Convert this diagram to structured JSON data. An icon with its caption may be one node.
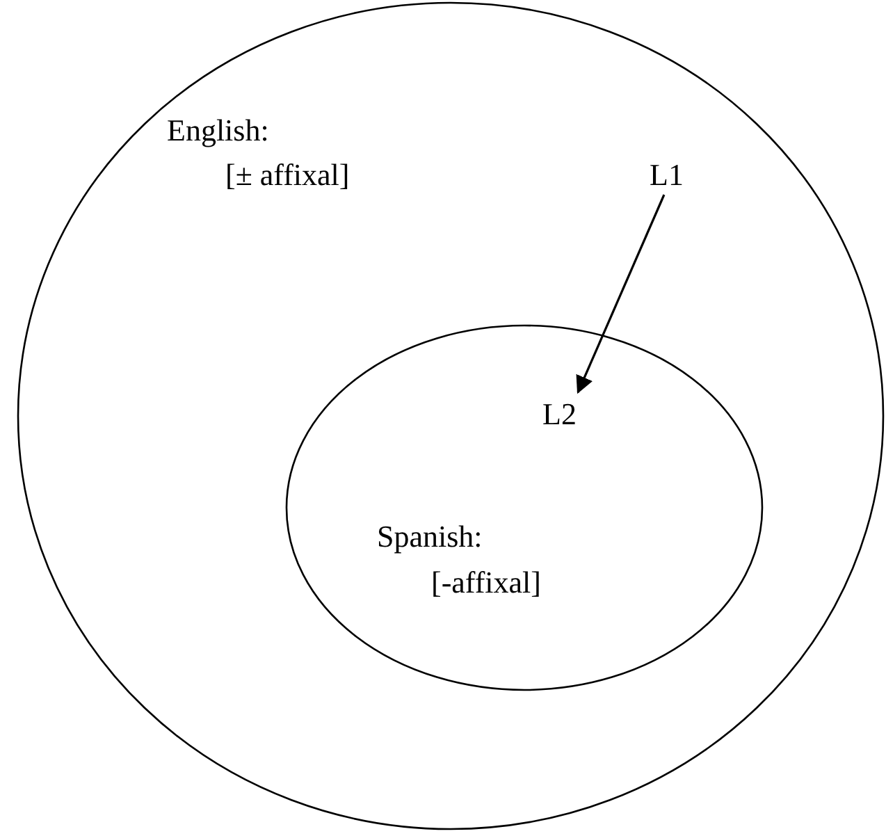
{
  "diagram": {
    "nodes": [
      {
        "text": [
          "English:",
          "[± affixal]"
        ]
      },
      {
        "text": [
          "L1"
        ],
        "in": 0
      },
      {
        "text": [
          "Spanish:",
          "[-affixal]"
        ],
        "in": 0
      },
      {
        "text": [
          "L2"
        ],
        "in": 2
      }
    ],
    "edges": [
      {
        "from": 1,
        "to": 3,
        "arrow": "to"
      }
    ]
  }
}
